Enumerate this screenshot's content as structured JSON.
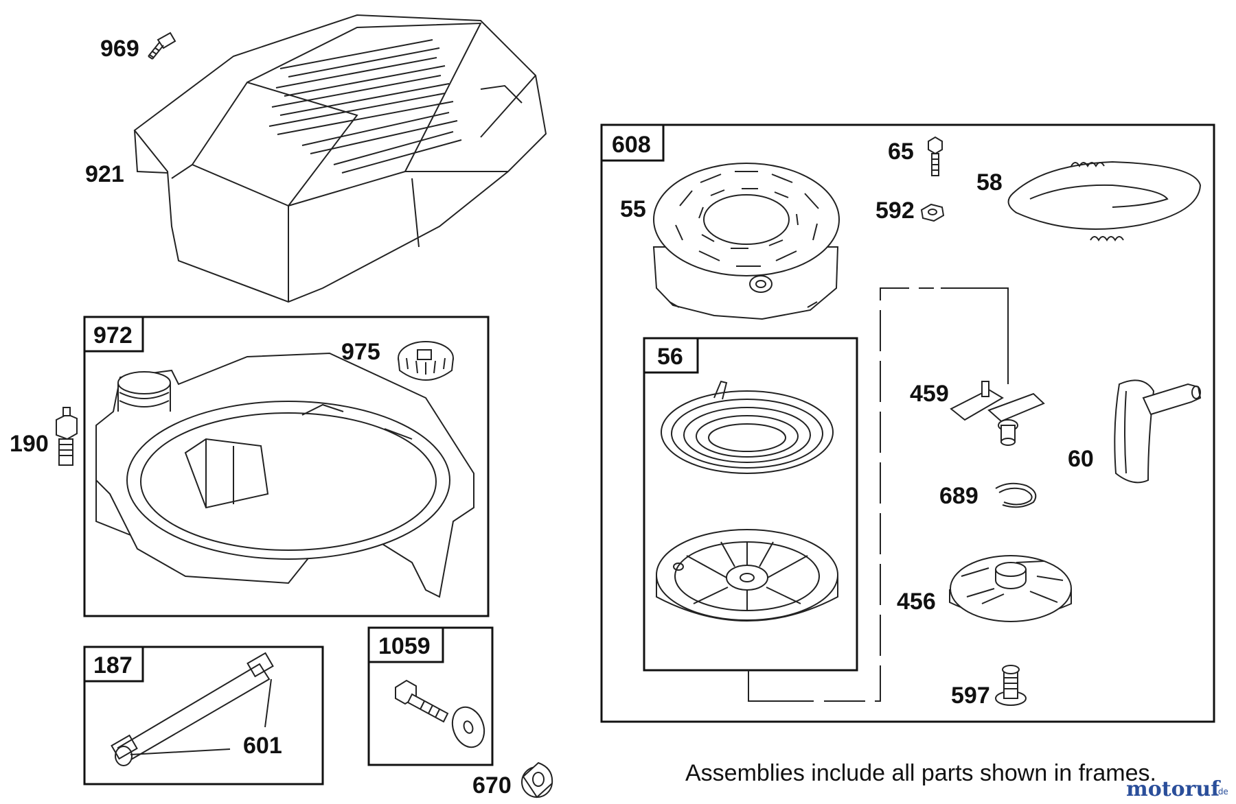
{
  "labels": {
    "p969": "969",
    "p921": "921",
    "p972": "972",
    "p975": "975",
    "p190": "190",
    "p187": "187",
    "p601": "601",
    "p1059": "1059",
    "p670": "670",
    "p608": "608",
    "p65": "65",
    "p58": "58",
    "p55": "55",
    "p592": "592",
    "p56": "56",
    "p459": "459",
    "p60": "60",
    "p689": "689",
    "p456": "456",
    "p597": "597"
  },
  "note": "Assemblies include all parts shown in frames.",
  "watermark": {
    "brand": "motoruf",
    "suffix": ".de",
    "color": "#2a4e9a"
  }
}
